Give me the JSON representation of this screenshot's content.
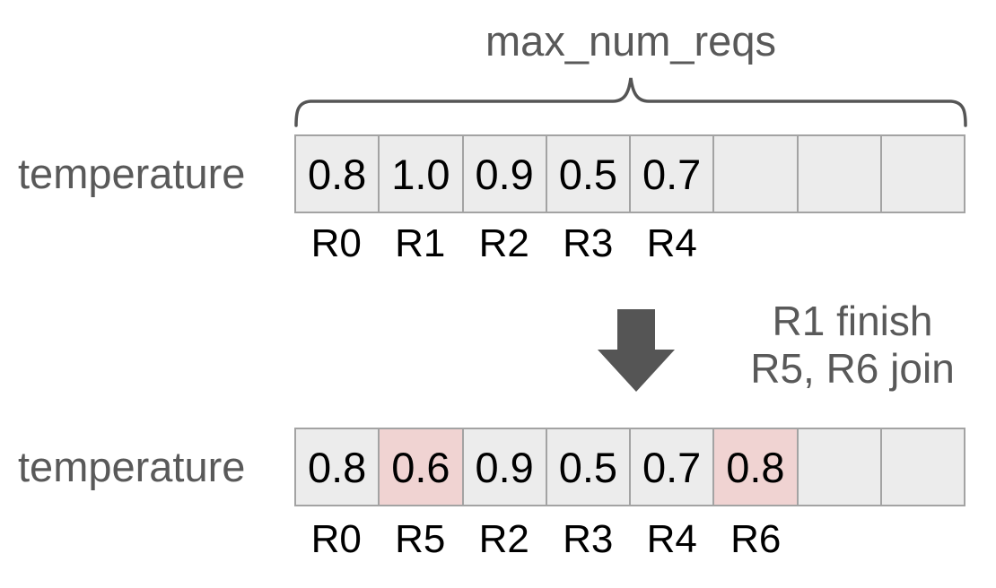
{
  "title": "max_num_reqs",
  "row_label": "temperature",
  "transition_note": {
    "line1": "R1 finish",
    "line2": "R5, R6 join"
  },
  "top_array": {
    "cells": [
      "0.8",
      "1.0",
      "0.9",
      "0.5",
      "0.7",
      "",
      "",
      ""
    ],
    "highlights": [
      false,
      false,
      false,
      false,
      false,
      false,
      false,
      false
    ],
    "labels": [
      "R0",
      "R1",
      "R2",
      "R3",
      "R4",
      "",
      "",
      ""
    ]
  },
  "bottom_array": {
    "cells": [
      "0.8",
      "0.6",
      "0.9",
      "0.5",
      "0.7",
      "0.8",
      "",
      ""
    ],
    "highlights": [
      false,
      true,
      false,
      false,
      false,
      true,
      false,
      false
    ],
    "labels": [
      "R0",
      "R5",
      "R2",
      "R3",
      "R4",
      "R6",
      "",
      ""
    ]
  },
  "colors": {
    "text_gray": "#595959",
    "cell_bg": "#ececec",
    "cell_highlight_bg": "#f0d3d2",
    "cell_border": "#a3a3a3",
    "arrow": "#555555"
  }
}
